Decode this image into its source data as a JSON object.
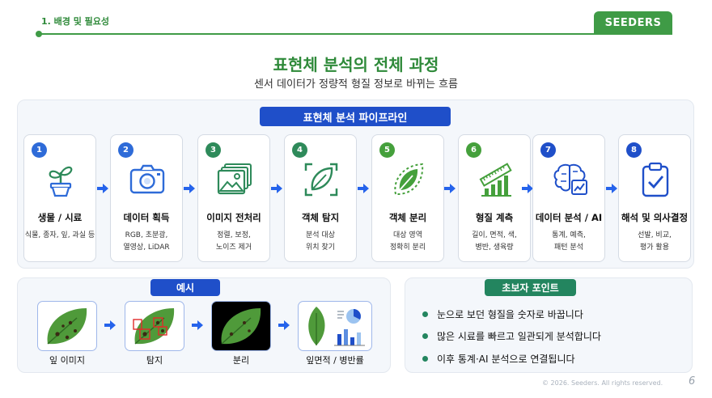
{
  "header": {
    "section_label": "1. 배경 및 필요성",
    "brand": "SEEDERS"
  },
  "title": "표현체 분석의 전체 과정",
  "subtitle": "센서 데이터가 정량적 형질 정보로 바뀌는 흐름",
  "pipeline": {
    "title": "표현체 분석 파이프라인",
    "steps": [
      {
        "num": "1",
        "name": "생물 / 시료",
        "desc": "식물, 종자, 잎, 과실 등",
        "icon": "plant-pot-icon",
        "color": "#2e6bd8"
      },
      {
        "num": "2",
        "name": "데이터 획득",
        "desc": "RGB, 초분광,\n열영상, LiDAR",
        "icon": "camera-icon",
        "color": "#2e6bd8"
      },
      {
        "num": "3",
        "name": "이미지 전처리",
        "desc": "정렬, 보정,\n노이즈 제거",
        "icon": "image-stack-icon",
        "color": "#2e8a5a"
      },
      {
        "num": "4",
        "name": "객체 탐지",
        "desc": "분석 대상\n위치 찾기",
        "icon": "leaf-focus-icon",
        "color": "#2e8a5a"
      },
      {
        "num": "5",
        "name": "객체 분리",
        "desc": "대상 영역\n정확히 분리",
        "icon": "leaf-segment-icon",
        "color": "#45a03c"
      },
      {
        "num": "6",
        "name": "형질 계측",
        "desc": "길이, 면적, 색,\n병반, 생육량",
        "icon": "ruler-chart-icon",
        "color": "#45a03c"
      },
      {
        "num": "7",
        "name": "데이터 분석 / AI",
        "desc": "통계, 예측,\n패턴 분석",
        "icon": "brain-chart-icon",
        "color": "#1f4fc9"
      },
      {
        "num": "8",
        "name": "해석 및 의사결정",
        "desc": "선발, 비교,\n평가 활용",
        "icon": "clipboard-check-icon",
        "color": "#1f4fc9"
      }
    ]
  },
  "example": {
    "title": "예시",
    "items": [
      {
        "label": "잎 이미지",
        "icon": "leaf-image-icon"
      },
      {
        "label": "탐지",
        "icon": "leaf-detection-icon"
      },
      {
        "label": "분리",
        "icon": "leaf-segmented-icon"
      },
      {
        "label": "잎면적 / 병반률",
        "icon": "leaf-stats-icon"
      }
    ]
  },
  "tips": {
    "title": "초보자 포인트",
    "items": [
      "눈으로 보던 형질을 숫자로 바꿉니다",
      "많은 시료를 빠르고 일관되게 분석합니다",
      "이후 통계·AI 분석으로 연결됩니다"
    ]
  },
  "footer": {
    "copyright": "© 2026. Seeders. All rights reserved.",
    "page": "6"
  },
  "colors": {
    "brand_green": "#3f9b46",
    "pipeline_blue": "#1f4fc9",
    "tips_green": "#23855f"
  }
}
